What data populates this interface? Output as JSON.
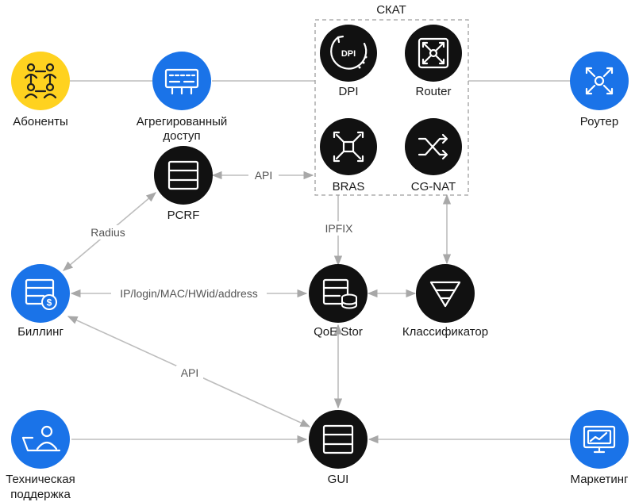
{
  "group": {
    "title": "СКАТ"
  },
  "nodes": {
    "subscribers": "Абоненты",
    "aggregated_line1": "Агрегированный",
    "aggregated_line2": "доступ",
    "dpi": "DPI",
    "dpi_badge": "DPI",
    "router_inner": "Router",
    "router_outer": "Роутер",
    "bras": "BRAS",
    "cgnat": "CG-NAT",
    "pcrf": "PCRF",
    "billing": "Биллинг",
    "qoe": "QoE Stor",
    "classifier": "Классификатор",
    "gui": "GUI",
    "support_line1": "Техническая",
    "support_line2": "поддержка",
    "marketing": "Маркетинг"
  },
  "edges": {
    "pcrf_skat": "API",
    "pcrf_billing": "Radius",
    "skat_qoe": "IPFIX",
    "billing_qoe": "IP/login/MAC/HWid/address",
    "billing_gui": "API"
  },
  "colors": {
    "yellow": "#FFD21F",
    "blue": "#1A73E8",
    "black": "#111111",
    "line": "#BDBDBD"
  }
}
